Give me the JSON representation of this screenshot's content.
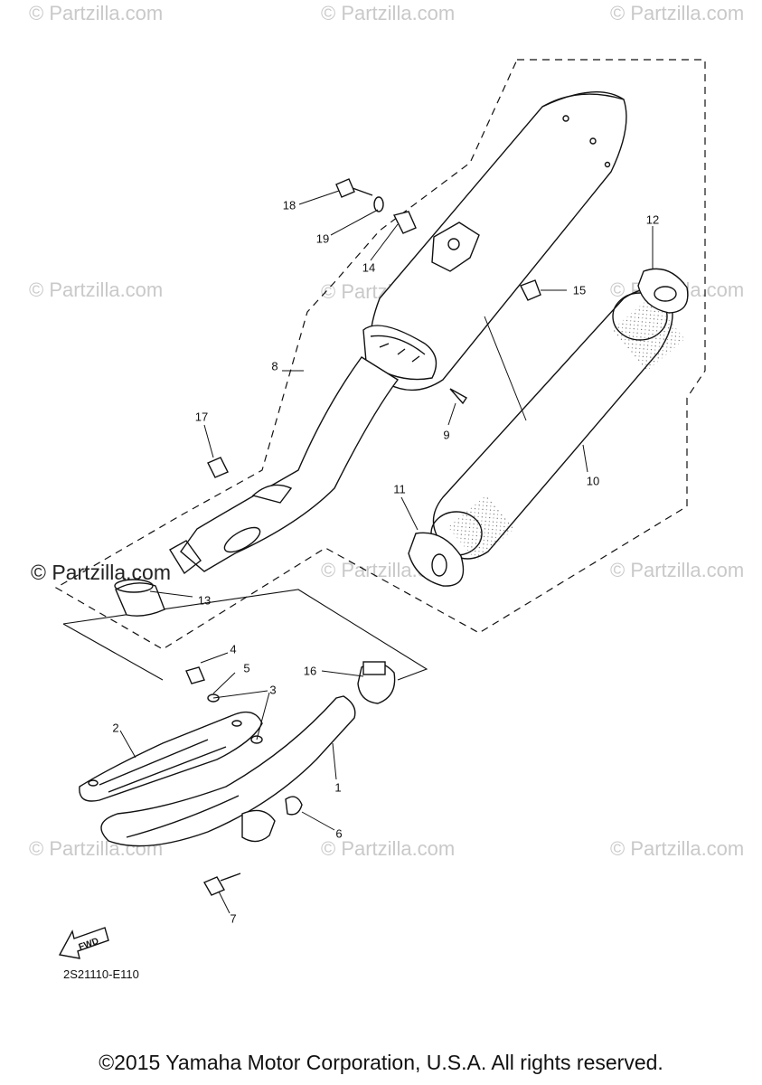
{
  "watermark": "© Partzilla.com",
  "watermark_strong": "© Partzilla.com",
  "part_labels": [
    "1",
    "2",
    "3",
    "4",
    "5",
    "6",
    "7",
    "8",
    "9",
    "10",
    "11",
    "12",
    "13",
    "14",
    "15",
    "16",
    "17",
    "18",
    "19"
  ],
  "fwd_label": "FWD",
  "diagram_code": "2S21110-E110",
  "copyright": "©2015 Yamaha Motor Corporation, U.S.A. All rights reserved."
}
